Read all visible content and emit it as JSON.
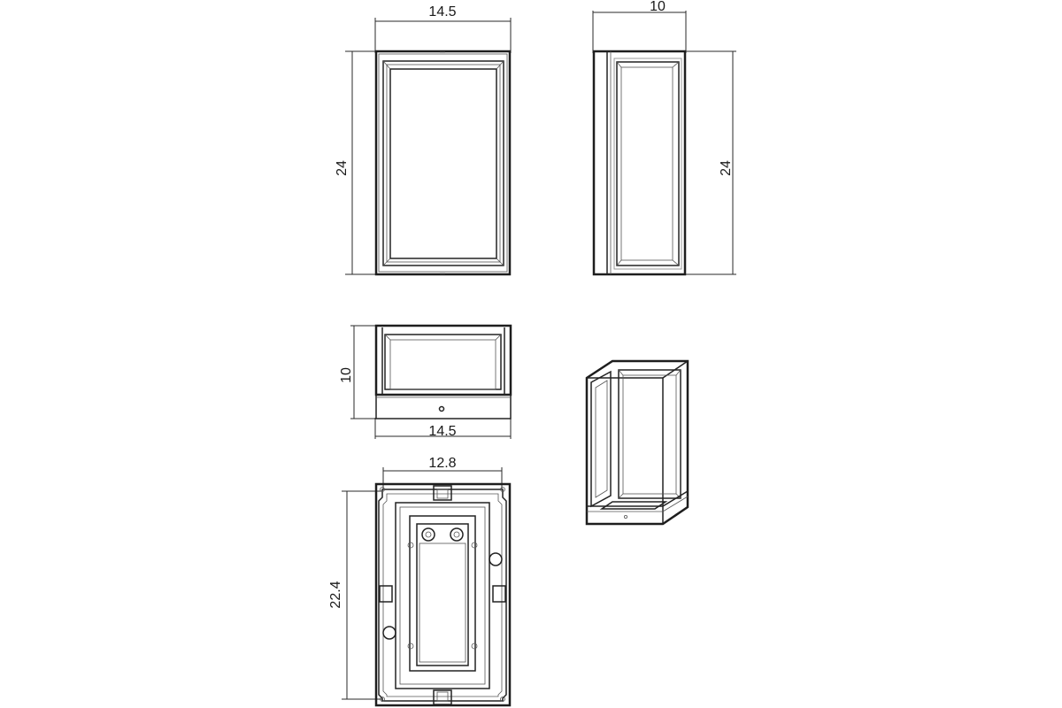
{
  "colors": {
    "line": "#222222",
    "background": "#ffffff"
  },
  "front_view": {
    "width_label": "14.5",
    "height_label": "24"
  },
  "side_view": {
    "depth_label": "10",
    "height_label": "24"
  },
  "bottom_view": {
    "depth_label": "10",
    "width_label": "14.5"
  },
  "back_view": {
    "mount_width_label": "12.8",
    "mount_height_label": "22.4"
  }
}
